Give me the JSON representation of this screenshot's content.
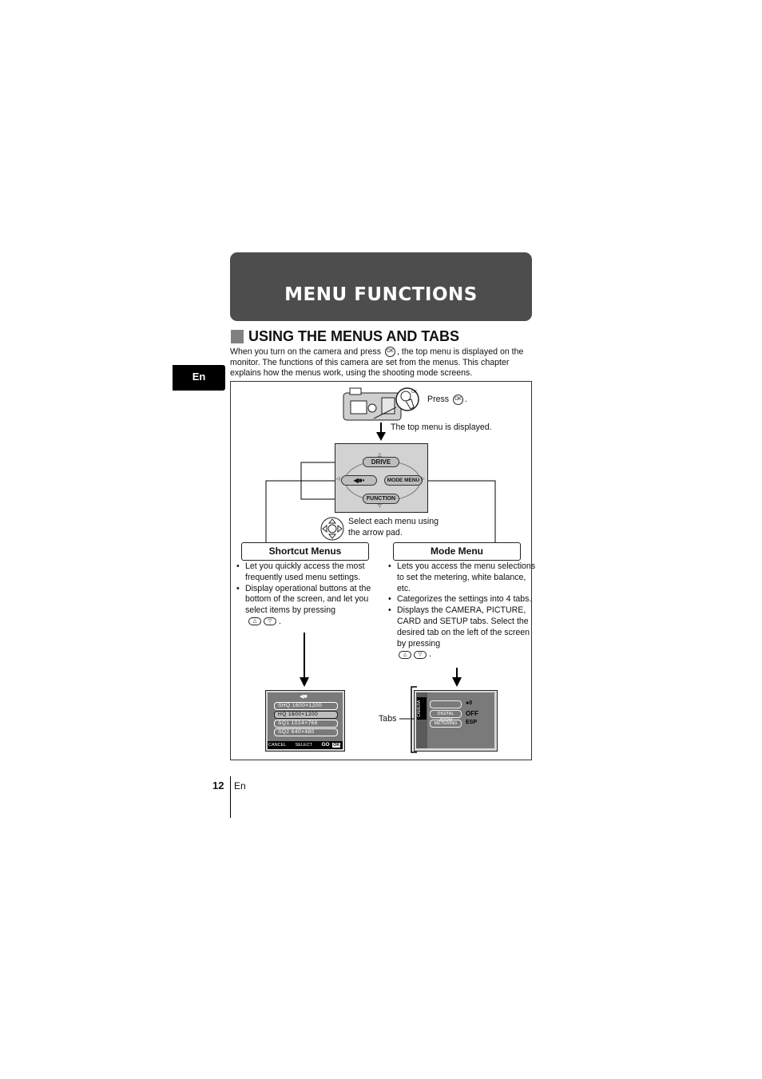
{
  "banner": {
    "title": "MENU FUNCTIONS"
  },
  "side_tab": {
    "label": "En"
  },
  "section": {
    "title": "USING THE MENUS AND TABS"
  },
  "intro": {
    "before": "When you turn on the camera and press",
    "after": ", the top menu is displayed on the monitor. The functions of this camera are set from the menus. This chapter explains how the menus work, using the shooting mode screens."
  },
  "diagram": {
    "press_label": "Press",
    "press_after": ".",
    "ok_glyph": "OK",
    "top_menu_caption": "The top menu is displayed.",
    "top_menu": {
      "drive": "DRIVE",
      "mode_menu": "MODE MENU",
      "function": "FUNCTION",
      "quality_glyph": "◀■•"
    },
    "arrow_pad_caption_1": "Select each menu using",
    "arrow_pad_caption_2": "the arrow pad.",
    "shortcut": {
      "title": "Shortcut Menus",
      "bullets": [
        "Let you quickly access the most frequently used menu settings.",
        "Display operational buttons at the bottom of the screen, and let you select items by pressing"
      ],
      "end_period": "."
    },
    "mode": {
      "title": "Mode Menu",
      "bullets": [
        "Lets you access the menu selections to set the metering, white balance, etc.",
        "Categorizes the settings into 4 tabs.",
        "Displays the CAMERA, PICTURE, CARD and SETUP tabs. Select the desired tab on the left of the screen by pressing"
      ],
      "end_period": "."
    },
    "shortcut_screen": {
      "rows": [
        "SHQ 1600×1200",
        "HQ  1600×1200",
        "SQ1 1024×768",
        "SQ2  640×480"
      ],
      "footer": {
        "cancel": "CANCEL",
        "select": "SELECT",
        "go": "GO",
        "ok": "OK"
      }
    },
    "mode_screen": {
      "tab": "CAMERA",
      "rows": [
        "",
        "DIGITAL ZOOM",
        "METERING"
      ],
      "values": [
        "●0",
        "OFF",
        "ESP"
      ]
    },
    "tabs_label": "Tabs"
  },
  "footer": {
    "page_number": "12",
    "lang": "En"
  }
}
